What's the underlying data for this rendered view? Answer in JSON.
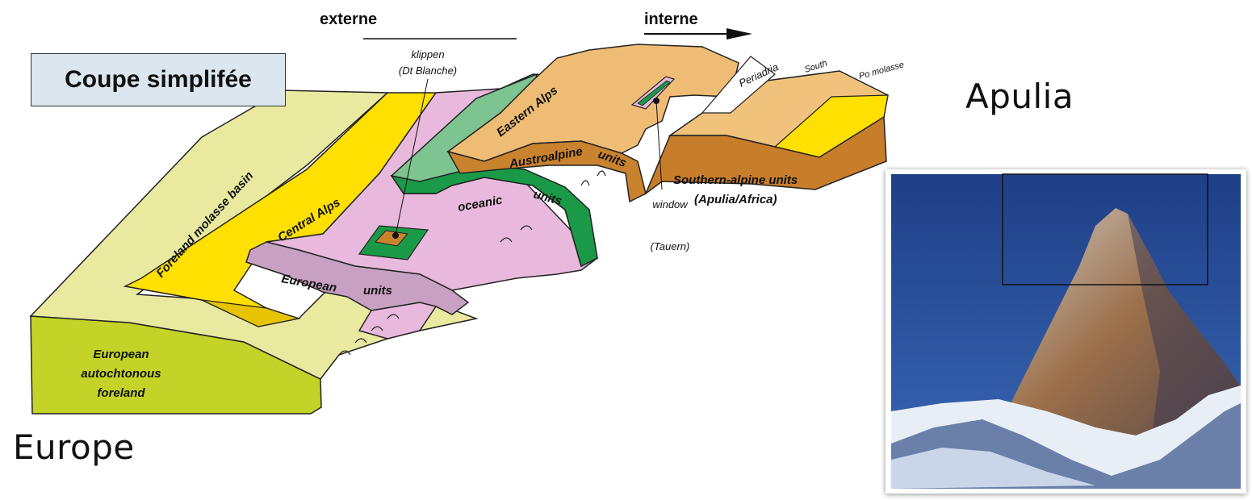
{
  "title": "Coupe simplifée",
  "region_labels": {
    "europe": "Europe",
    "apulia": "Apulia"
  },
  "direction": {
    "external": "externe",
    "internal": "interne"
  },
  "diagram_labels": {
    "klippen": "klippen",
    "klippen_sub": "(Dt Blanche)",
    "window": "window",
    "window_sub": "(Tauern)",
    "eastern_alps": "Eastern Alps",
    "austroalpine": "Austroalpine",
    "austroalpine_units": "units",
    "oceanic": "oceanic",
    "oceanic_units": "units",
    "central_alps": "Central Alps",
    "european": "European",
    "european_units": "units",
    "foreland_molasse": "Foreland molasse basin",
    "foreland_line1": "European",
    "foreland_line2": "autochtonous",
    "foreland_line3": "foreland",
    "southern_alpine": "Southern-alpine units",
    "apulia_africa": "(Apulia/Africa)",
    "periadria": "Periadria",
    "south_cut": "South",
    "po_molasse": "Po molasse"
  },
  "colors": {
    "foreland_top": "#e9eaa0",
    "foreland_side": "#c4d327",
    "molasse": "#ffe000",
    "molasse_dark": "#e6c400",
    "central_alps": "#e8b9dc",
    "european_units": "#c7a0c2",
    "oceanic_light": "#7ec490",
    "oceanic_dark": "#1a9a48",
    "austroalpine_top": "#efbc75",
    "austroalpine_side": "#c9822e",
    "southern_top": "#f0c27c",
    "southern_side": "#c77d2a",
    "title_bg": "#dbe6ee"
  }
}
